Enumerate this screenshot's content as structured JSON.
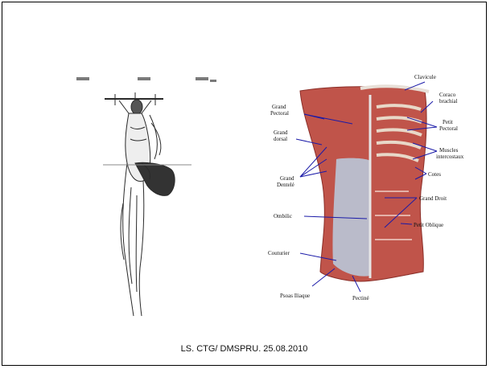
{
  "slide": {
    "footer": "LS. CTG/ DMSPRU. 25.08.2010"
  },
  "figure_left": {
    "description_icon": "crucifixion-sketch-icon"
  },
  "figure_right": {
    "labels": {
      "clavicule": "Clavicule",
      "coraco_brachial": [
        "Coraco",
        "brachial"
      ],
      "grand_pectoral": [
        "Grand",
        "Pectoral"
      ],
      "petit_pectoral": [
        "Petit",
        "Pectoral"
      ],
      "grand_dorsal": [
        "Grand",
        "dorsal"
      ],
      "muscles_intercostaux": [
        "Muscles",
        "intercostaux"
      ],
      "cotes": "Cotes",
      "grand_dentele": [
        "Grand",
        "Dentelé"
      ],
      "grand_droit": "Grand Droit",
      "ombilic": "Ombilic",
      "petit_oblique": "Petit Oblique",
      "couturier": "Couturier",
      "psoas_iliaque": "Psoas Iliaque",
      "pectine": "Pectiné"
    },
    "line_color": "#1a1aa8",
    "muscle_color": "#c0544a"
  }
}
